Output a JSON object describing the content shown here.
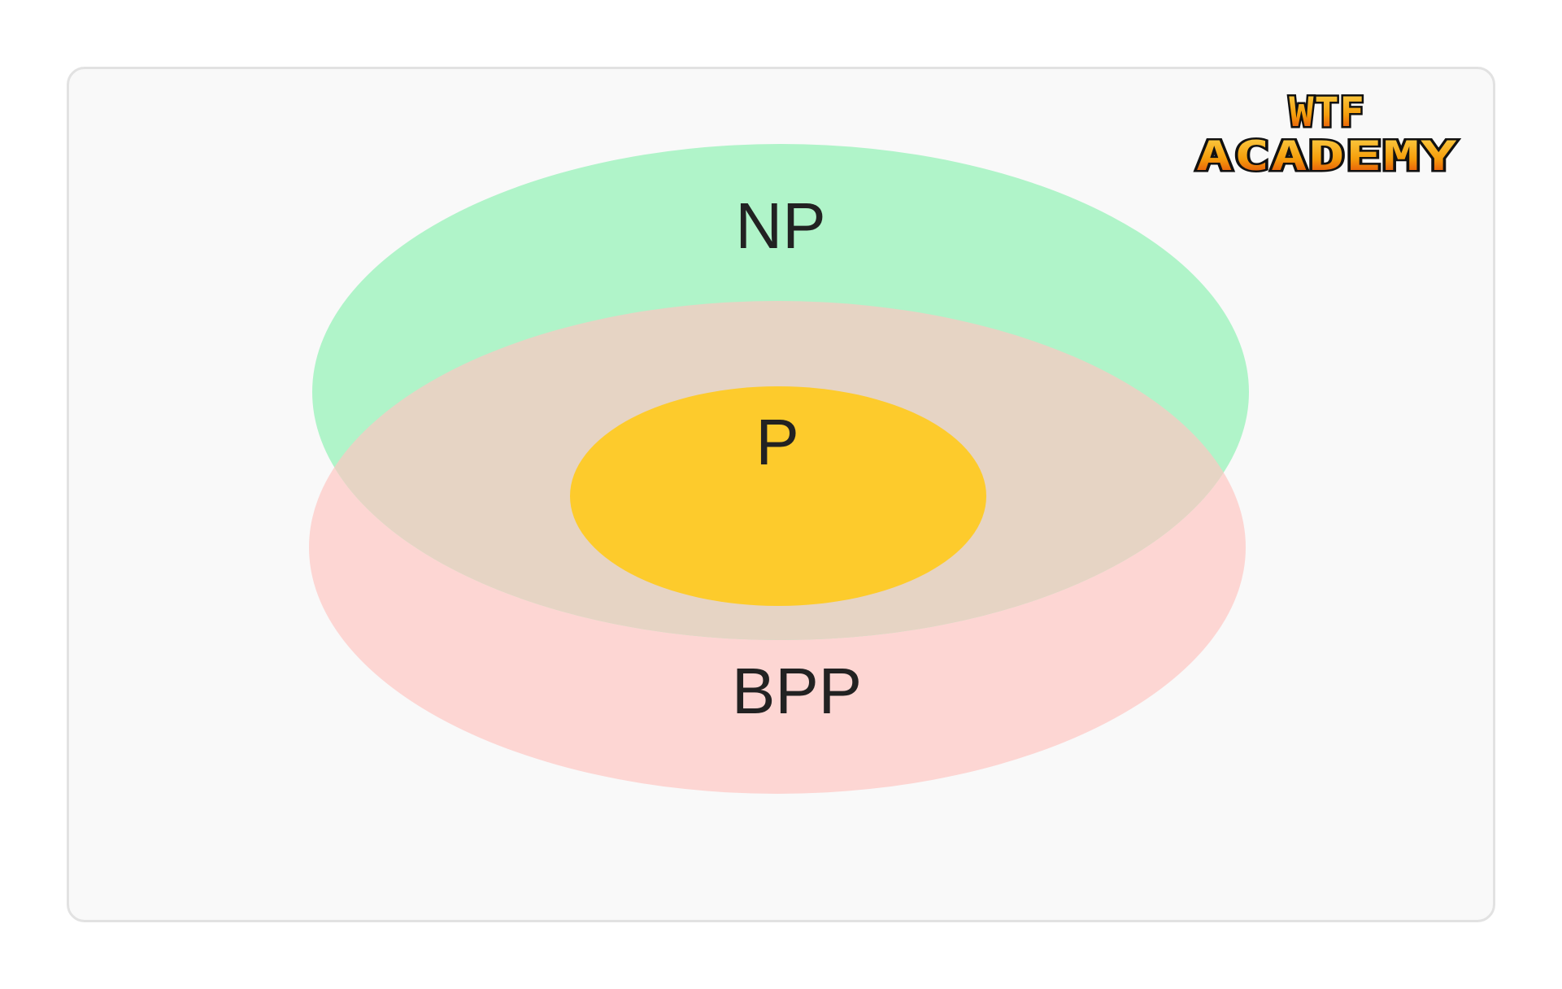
{
  "diagram": {
    "sets": [
      {
        "id": "np",
        "label": "NP",
        "color": "#9ff0c1"
      },
      {
        "id": "bpp",
        "label": "BPP",
        "color": "#fdd1cd"
      },
      {
        "id": "p",
        "label": "P",
        "color": "#fdcb2c"
      }
    ],
    "overlap_color": "#e6d4c4"
  },
  "logo": {
    "line1": "WTF",
    "line2": "ACADEMY",
    "gradient_top": "#fcd34d",
    "gradient_bottom": "#e03a0a"
  }
}
